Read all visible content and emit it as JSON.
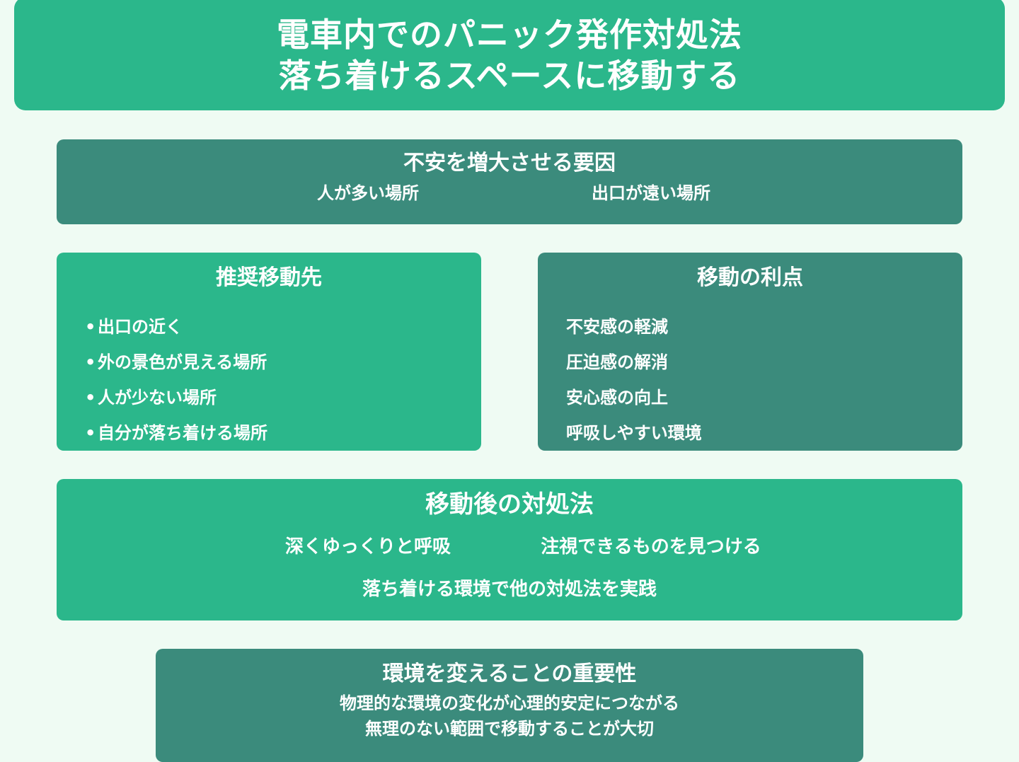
{
  "title": {
    "line1": "電車内でのパニック発作対処法",
    "line2": "落ち着けるスペースに移動する"
  },
  "anxiety_factors": {
    "heading": "不安を増大させる要因",
    "items": [
      "人が多い場所",
      "出口が遠い場所"
    ]
  },
  "recommended_destinations": {
    "heading": "推奨移動先",
    "bullet": "•",
    "items": [
      "出口の近く",
      "外の景色が見える場所",
      "人が少ない場所",
      "自分が落ち着ける場所"
    ]
  },
  "benefits": {
    "heading": "移動の利点",
    "items": [
      "不安感の軽減",
      "圧迫感の解消",
      "安心感の向上",
      "呼吸しやすい環境"
    ]
  },
  "after_moving": {
    "heading": "移動後の対処法",
    "items": [
      "深くゆっくりと呼吸",
      "注視できるものを見つける",
      "落ち着ける環境で他の対処法を実践"
    ]
  },
  "importance": {
    "heading": "環境を変えることの重要性",
    "lines": [
      "物理的な環境の変化が心理的安定につながる",
      "無理のない範囲で移動することが大切"
    ]
  },
  "colors": {
    "background": "#effbf3",
    "teal": "#2bb78b",
    "dark_teal": "#3b8b7c",
    "text": "#ffffff"
  }
}
